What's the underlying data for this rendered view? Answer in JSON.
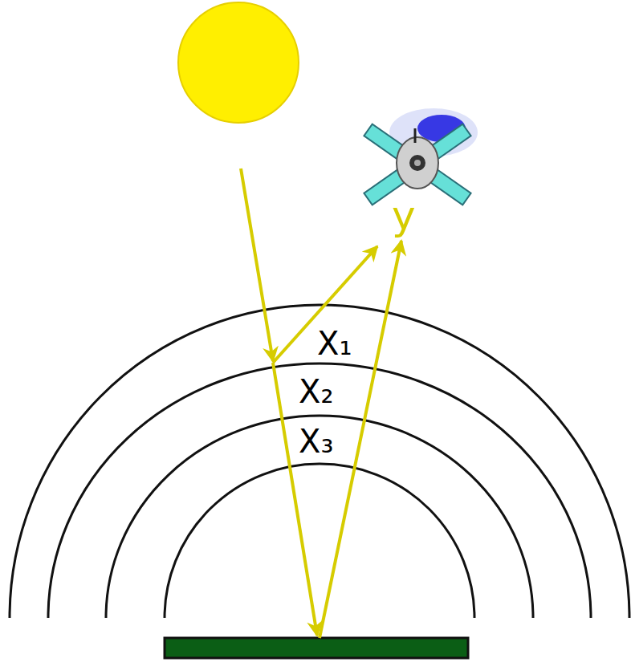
{
  "diagram": {
    "labels": [
      "X₁",
      "X₂",
      "X₃",
      "y"
    ]
  }
}
